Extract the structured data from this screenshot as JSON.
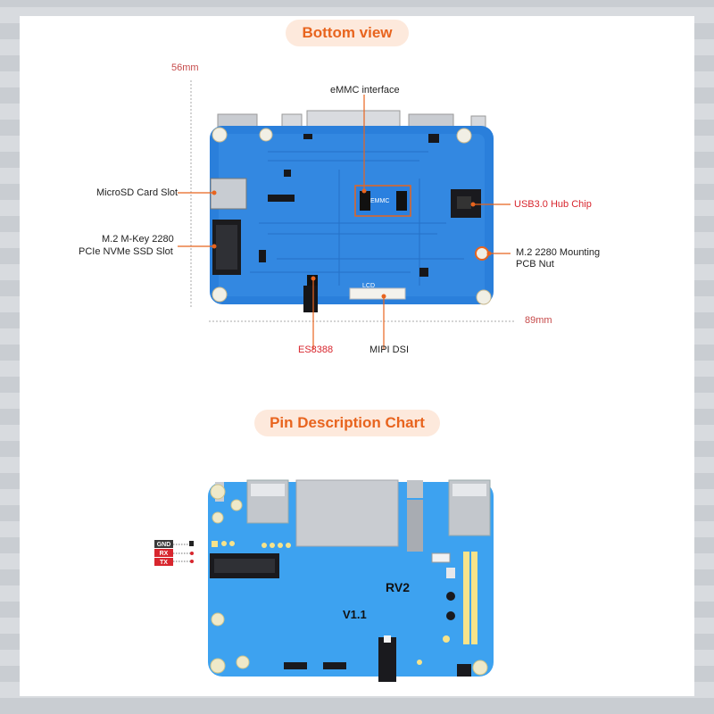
{
  "sections": {
    "bottom_title": "Bottom view",
    "pin_title": "Pin Description Chart"
  },
  "dimensions": {
    "height": "56mm",
    "width": "89mm"
  },
  "labels": {
    "emmc": "eMMC interface",
    "microsd": "MicroSD Card Slot",
    "m2_line1": "M.2 M-Key 2280",
    "m2_line2": "PCIe NVMe SSD Slot",
    "usb_hub": "USB3.0 Hub Chip",
    "mount_line1": "M.2 2280 Mounting",
    "mount_line2": "PCB Nut",
    "es8388": "ES8388",
    "mipi": "MIPI DSI",
    "board_emmc_text": "EMMC",
    "board_lcd_text": "LCD"
  },
  "pin_board": {
    "model": "RV2",
    "version": "V1.1",
    "pins": [
      "GND",
      "RX",
      "TX"
    ]
  },
  "colors": {
    "accent": "#e8641e",
    "pill_bg": "#fde9dc",
    "highlight_red": "#d8262e",
    "pcb_blue_dark": "#1f6fd1",
    "pcb_blue_light": "#3da2f0"
  }
}
